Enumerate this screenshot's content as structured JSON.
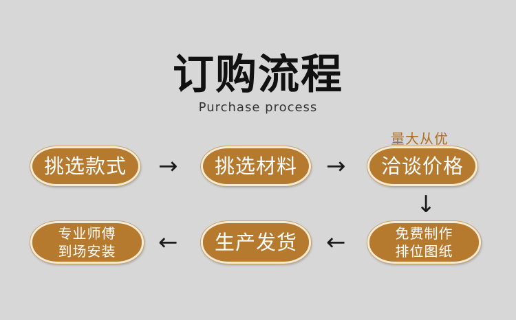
{
  "header": {
    "title": "订购流程",
    "subtitle": "Purchase process"
  },
  "steps": {
    "select_style": "挑选款式",
    "select_material": "挑选材料",
    "negotiate_price": "洽谈价格",
    "free_design_line1": "免费制作",
    "free_design_line2": "排位图纸",
    "production_shipping": "生产发货",
    "installation_line1": "专业师傅",
    "installation_line2": "到场安装"
  },
  "notes": {
    "bulk_discount": "量大从优"
  },
  "arrows": {
    "right": "→",
    "down": "↓",
    "left": "←"
  },
  "colors": {
    "background": "#d7d7d7",
    "pill_fill": "#b57a2d",
    "pill_border": "#f3ead8",
    "note_text": "#b06e22"
  }
}
